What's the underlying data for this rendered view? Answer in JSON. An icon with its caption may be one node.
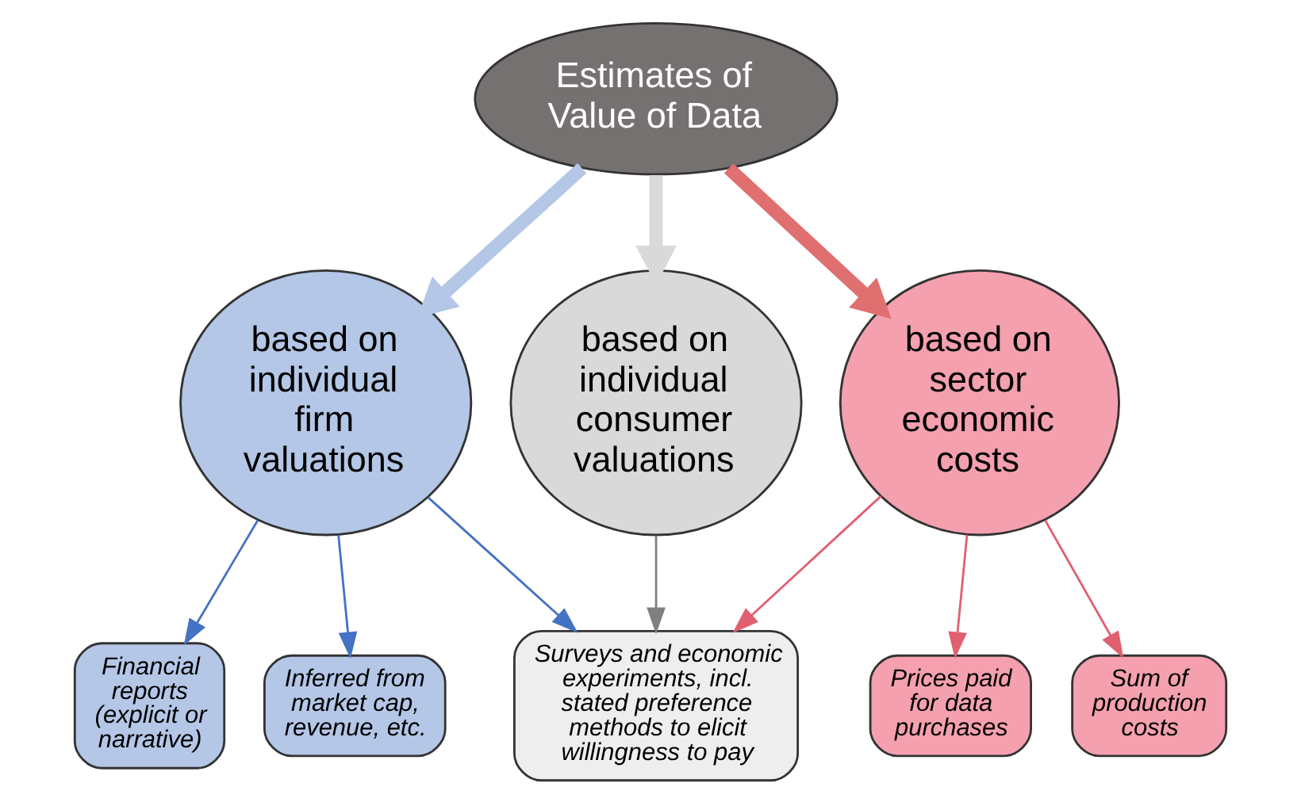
{
  "diagram": {
    "nodes": [
      {
        "text": [
          "Estimates of Value of Data"
        ]
      },
      {
        "text": [
          "based on individual firm valuations"
        ]
      },
      {
        "text": [
          "based on individual consumer valuations"
        ]
      },
      {
        "text": [
          "based on sector economic costs"
        ]
      },
      {
        "text": [
          "Financial reports (explicit or narrative)"
        ]
      },
      {
        "text": [
          "Inferred from market cap, revenue, etc."
        ]
      },
      {
        "text": [
          "Surveys and economic experiments, incl. stated preference methods to elicit willingness to pay"
        ]
      },
      {
        "text": [
          "Prices paid for data purchases"
        ]
      },
      {
        "text": [
          "Sum of production costs"
        ]
      }
    ],
    "edges": [
      {
        "from": 0,
        "to": 1,
        "arrow": "to",
        "style": "thick",
        "color": "#b4c7e7"
      },
      {
        "from": 0,
        "to": 2,
        "arrow": "to",
        "style": "thick",
        "color": "#d9d9d9"
      },
      {
        "from": 0,
        "to": 3,
        "arrow": "to",
        "style": "thick",
        "color": "#e07070"
      },
      {
        "from": 1,
        "to": 4,
        "arrow": "to",
        "color": "#4472c4"
      },
      {
        "from": 1,
        "to": 5,
        "arrow": "to",
        "color": "#4472c4"
      },
      {
        "from": 1,
        "to": 6,
        "arrow": "to",
        "color": "#4472c4"
      },
      {
        "from": 2,
        "to": 6,
        "arrow": "to",
        "color": "#808080"
      },
      {
        "from": 3,
        "to": 6,
        "arrow": "to",
        "color": "#e06070"
      },
      {
        "from": 3,
        "to": 7,
        "arrow": "to",
        "color": "#e06070"
      },
      {
        "from": 3,
        "to": 8,
        "arrow": "to",
        "color": "#e06070"
      }
    ]
  }
}
